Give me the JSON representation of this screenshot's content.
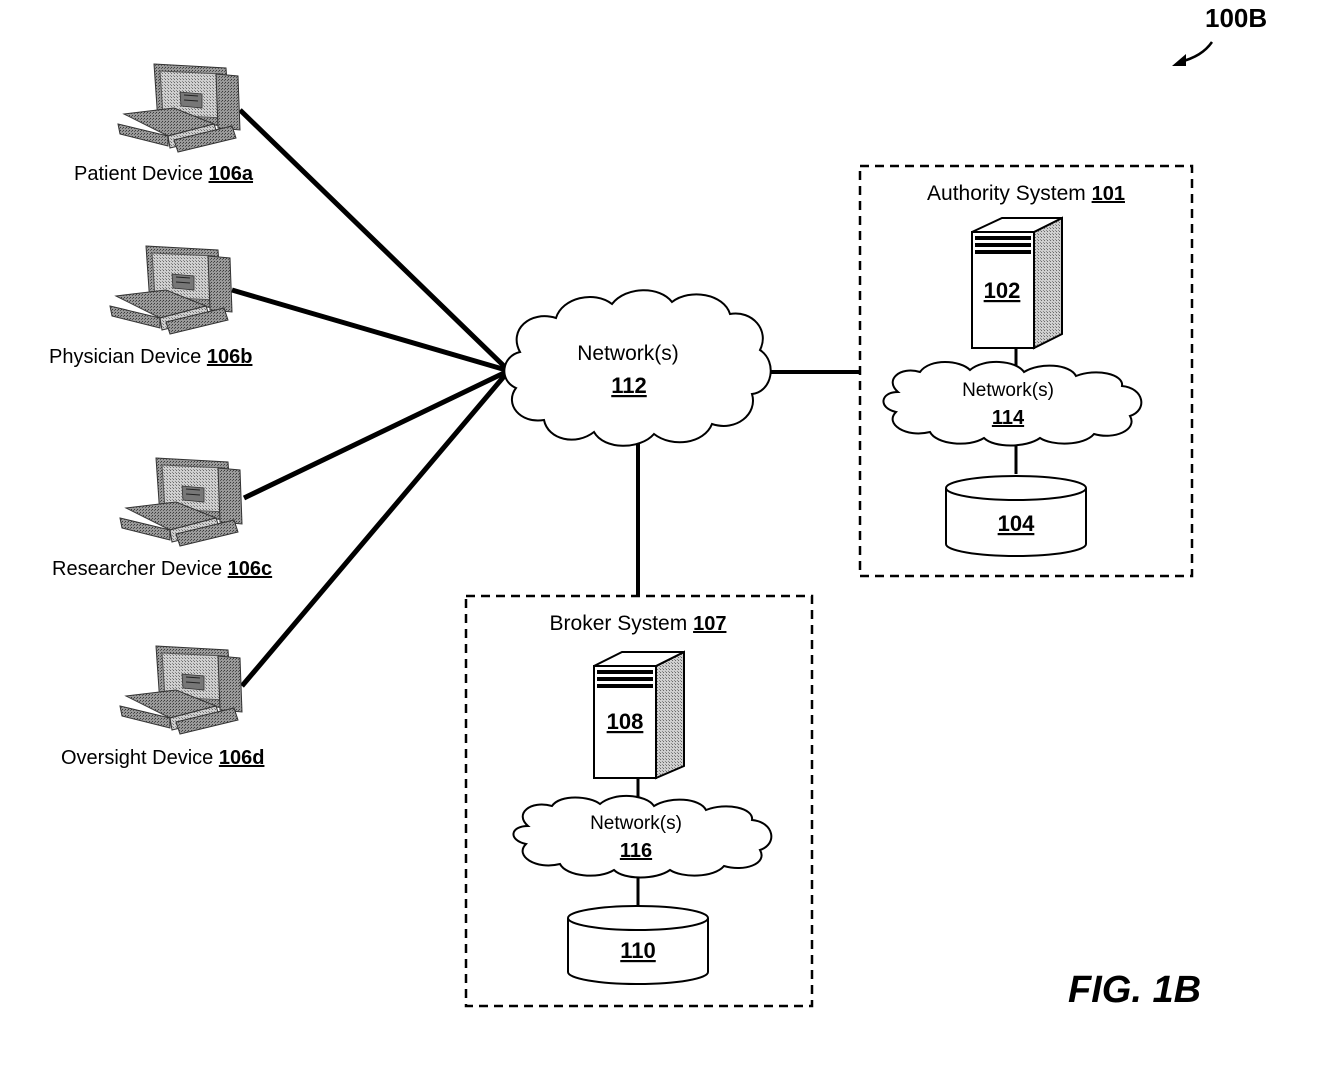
{
  "figure": {
    "number": "100B",
    "caption": "FIG. 1B"
  },
  "devices": [
    {
      "name": "Patient Device",
      "ref": "106a"
    },
    {
      "name": "Physician Device",
      "ref": "106b"
    },
    {
      "name": "Researcher Device",
      "ref": "106c"
    },
    {
      "name": "Oversight Device",
      "ref": "106d"
    }
  ],
  "network_main": {
    "label": "Network(s)",
    "ref": "112"
  },
  "authority_system": {
    "title": "Authority System",
    "ref": "101",
    "server_ref": "102",
    "network_label": "Network(s)",
    "network_ref": "114",
    "database_ref": "104"
  },
  "broker_system": {
    "title": "Broker System",
    "ref": "107",
    "server_ref": "108",
    "network_label": "Network(s)",
    "network_ref": "116",
    "database_ref": "110"
  }
}
